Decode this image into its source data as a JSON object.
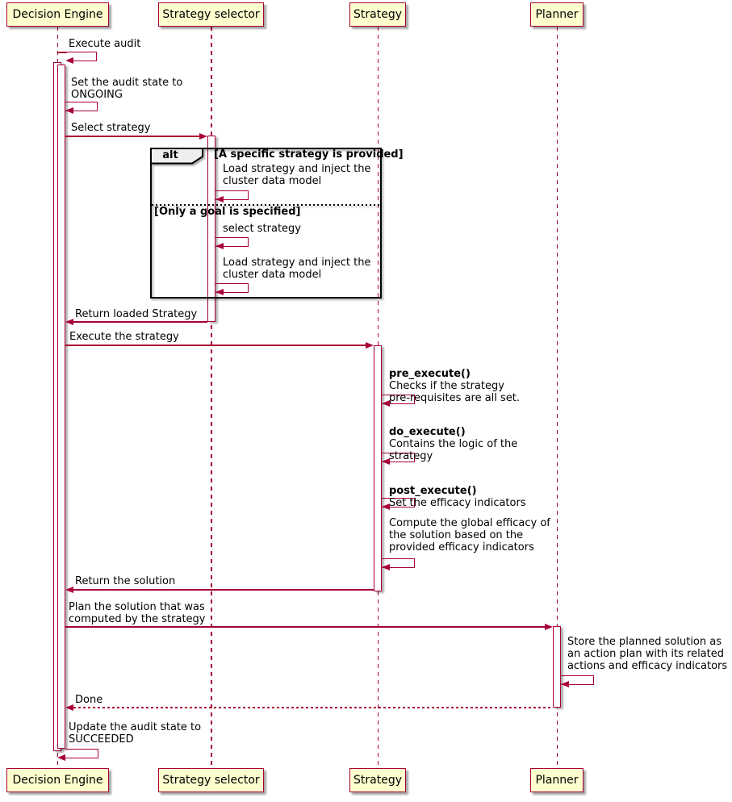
{
  "diagram": {
    "type": "uml-sequence",
    "colors": {
      "accent": "#A80036",
      "participant_fill": "#FEFECE",
      "frame_header_fill": "#EEEEEE",
      "frame_border": "#000000",
      "text": "#000000",
      "background": "#FFFFFF"
    },
    "participants": [
      {
        "name": "Decision Engine"
      },
      {
        "name": "Strategy selector"
      },
      {
        "name": "Strategy"
      },
      {
        "name": "Planner"
      }
    ],
    "alt_frame": {
      "operator": "alt",
      "guard_a": "[A specific strategy is provided]",
      "guard_b": "[Only a goal is specified]"
    },
    "messages": {
      "execute_audit": "Execute audit",
      "set_audit_ongoing": "Set the audit state to\nONGOING",
      "select_strategy": "Select strategy",
      "load_strategy_a": "Load strategy and inject the\ncluster data model",
      "select_strategy_inner": "select strategy",
      "load_strategy_b": "Load strategy and inject the\ncluster data model",
      "return_loaded_strategy": "Return loaded Strategy",
      "execute_the_strategy": "Execute the strategy",
      "compute_global_efficacy": "Compute the global efficacy of\nthe solution based on the\nprovided efficacy indicators",
      "return_the_solution": "Return the solution",
      "plan_the_solution": "Plan the solution that was\ncomputed by the strategy",
      "store_planned_solution": "Store the planned solution as\nan action plan with its related\nactions and efficacy indicators",
      "done": "Done",
      "update_audit_succeeded": "Update the audit state to\nSUCCEEDED"
    },
    "strategy_lifecycle": [
      {
        "method": "pre_execute()",
        "description": "Checks if the strategy\npre-requisites are all set."
      },
      {
        "method": "do_execute()",
        "description": "Contains the logic of the\nstrategy"
      },
      {
        "method": "post_execute()",
        "description": "Set the efficacy indicators"
      }
    ]
  }
}
